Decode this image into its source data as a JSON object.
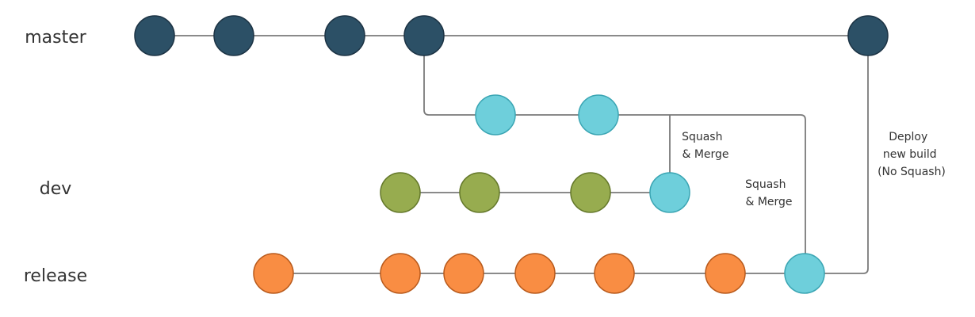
{
  "branches": {
    "master": "master",
    "dev": "dev",
    "release": "release"
  },
  "annotations": {
    "squash_merge_dev": [
      "Squash",
      "& Merge"
    ],
    "squash_merge_release": [
      "Squash",
      "& Merge"
    ],
    "deploy": [
      "Deploy",
      "new build",
      "(No Squash)"
    ]
  },
  "colors": {
    "master": "#2c5066",
    "master_stroke": "#1c3344",
    "squash": "#6ecfdb",
    "squash_stroke": "#3aa5b3",
    "dev": "#97ac4f",
    "dev_stroke": "#64782a",
    "release": "#f98d43",
    "release_stroke": "#b85a1c"
  }
}
